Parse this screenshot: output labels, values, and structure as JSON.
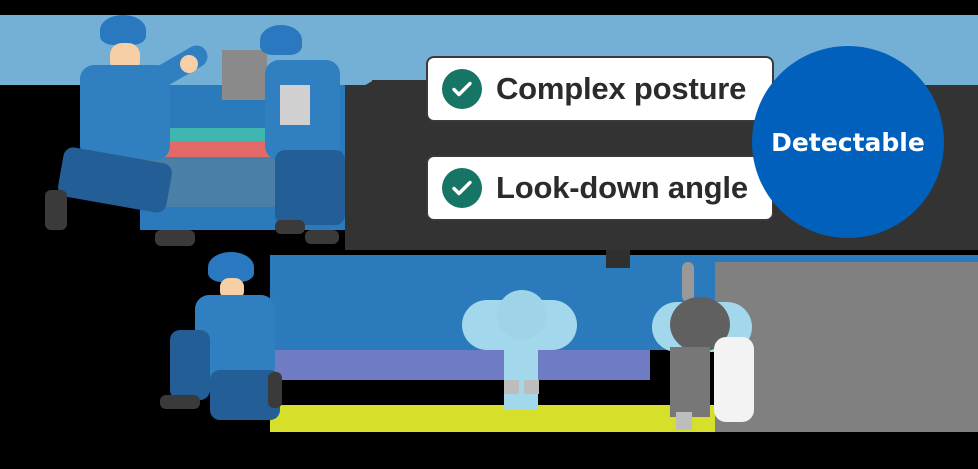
{
  "labels": [
    {
      "text": "Complex posture",
      "icon": "check-circle-icon"
    },
    {
      "text": "Look-down angle",
      "icon": "check-circle-icon"
    }
  ],
  "result": {
    "text": "Detectable"
  },
  "illustrations": [
    "worker-running",
    "worker-with-tablet",
    "worker-kneeling",
    "worker-top-view-light",
    "worker-top-view-grey"
  ],
  "colors": {
    "check": "#177565",
    "circle": "#0060bb",
    "card_text": "#2b2b2b",
    "arrow": "#333333",
    "uniform": "#2f7fc1"
  }
}
